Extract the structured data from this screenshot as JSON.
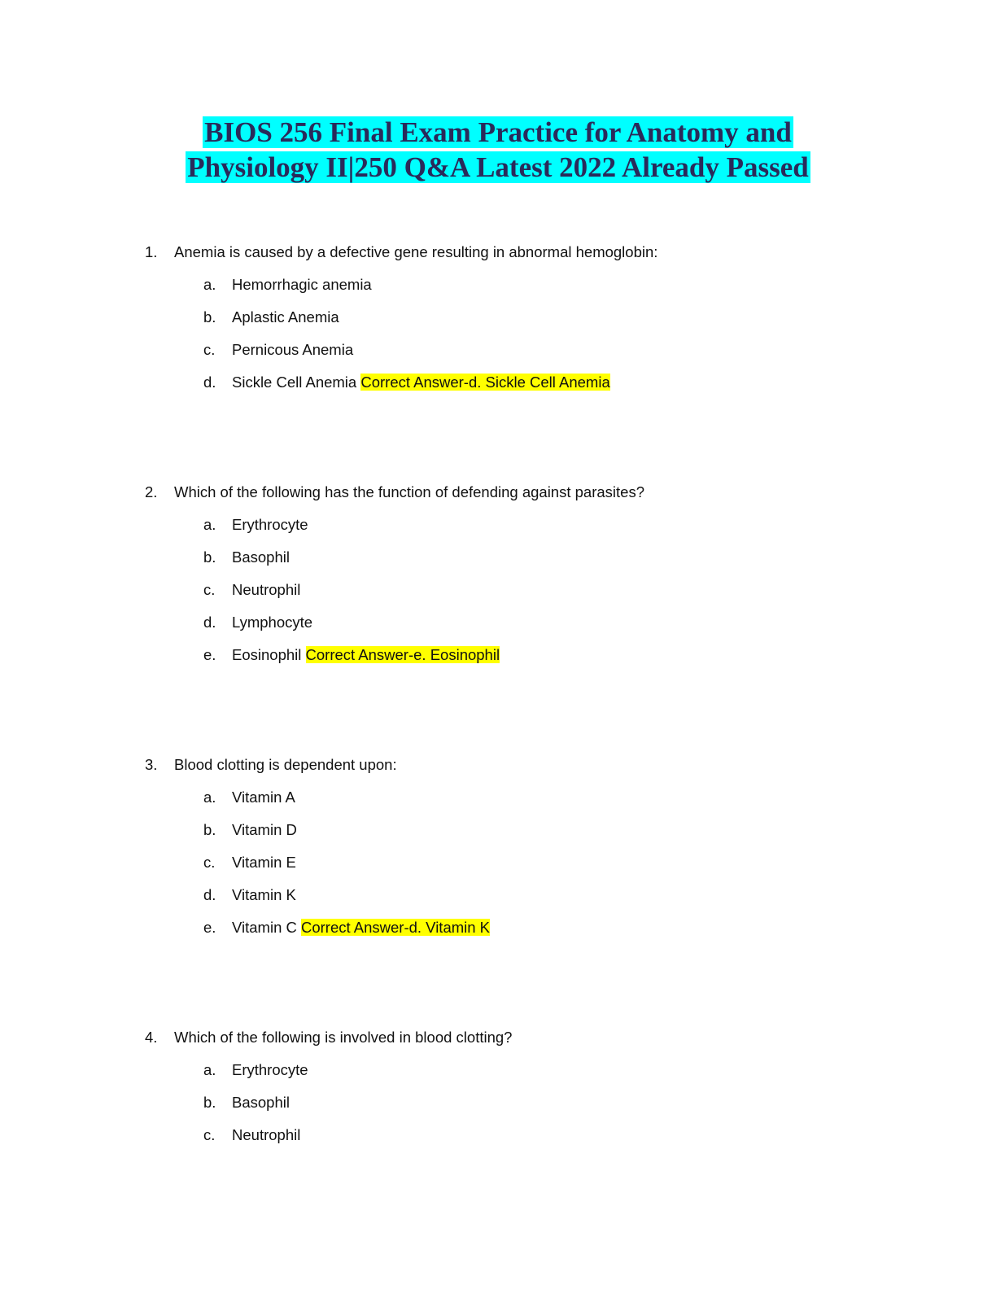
{
  "title": {
    "line1": "BIOS 256 Final Exam Practice for Anatomy and",
    "line2": "Physiology II|250 Q&A Latest 2022 Already Passed",
    "highlight_color": "#00ffff",
    "text_color": "#2a2a5a"
  },
  "answer_highlight_color": "#ffff00",
  "questions": [
    {
      "number": "1.",
      "text": "Anemia is caused by a defective gene resulting in abnormal hemoglobin:",
      "options": [
        {
          "letter": "a.",
          "text": "Hemorrhagic anemia"
        },
        {
          "letter": "b.",
          "text": "Aplastic Anemia"
        },
        {
          "letter": "c.",
          "text": "Pernicous Anemia"
        },
        {
          "letter": "d.",
          "text": "Sickle Cell Anemia",
          "answer": "Correct Answer-d. Sickle Cell Anemia"
        }
      ]
    },
    {
      "number": "2.",
      "text": "Which of the following has the function of defending against parasites?",
      "options": [
        {
          "letter": "a.",
          "text": "Erythrocyte"
        },
        {
          "letter": "b.",
          "text": "Basophil"
        },
        {
          "letter": "c.",
          "text": "Neutrophil"
        },
        {
          "letter": "d.",
          "text": "Lymphocyte"
        },
        {
          "letter": "e.",
          "text": "Eosinophil",
          "answer": "Correct Answer-e. Eosinophil"
        }
      ]
    },
    {
      "number": "3.",
      "text": "Blood clotting is dependent upon:",
      "options": [
        {
          "letter": "a.",
          "text": "Vitamin A"
        },
        {
          "letter": "b.",
          "text": "Vitamin D"
        },
        {
          "letter": "c.",
          "text": "Vitamin E"
        },
        {
          "letter": "d.",
          "text": "Vitamin K"
        },
        {
          "letter": "e.",
          "text": "Vitamin C",
          "answer": "Correct Answer-d. Vitamin K"
        }
      ]
    },
    {
      "number": "4.",
      "text": "Which of the following is involved in blood clotting?",
      "options": [
        {
          "letter": "a.",
          "text": "Erythrocyte"
        },
        {
          "letter": "b.",
          "text": "Basophil"
        },
        {
          "letter": "c.",
          "text": "Neutrophil"
        }
      ]
    }
  ]
}
